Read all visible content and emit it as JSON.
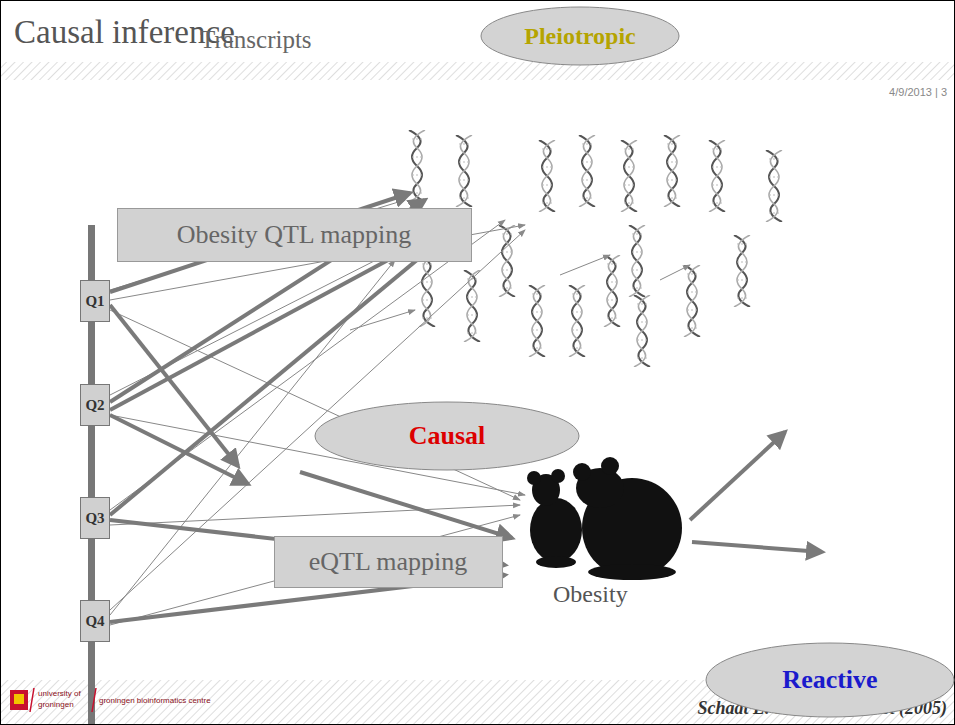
{
  "diagram": {
    "title": "Causal inference",
    "caption": "Schadt E. et al. Nat. Genet (2005)",
    "nodes": [
      {
        "text": [
          "Pleiotropic"
        ]
      },
      {
        "text": [
          "Obesity QTL mapping"
        ]
      },
      {
        "text": [
          "Q1"
        ]
      },
      {
        "text": [
          "Q2"
        ]
      },
      {
        "text": [
          "Causal"
        ]
      },
      {
        "text": [
          "Q3"
        ]
      },
      {
        "text": [
          "eQTL mapping"
        ]
      },
      {
        "text": [
          "Q4"
        ]
      },
      {
        "text": [
          "Reactive"
        ]
      }
    ],
    "labels": [
      "4/9/2013 | 3",
      "Transcripts",
      "Obesity",
      "university of",
      "groningen",
      "groningen bioinformatics centre"
    ]
  }
}
